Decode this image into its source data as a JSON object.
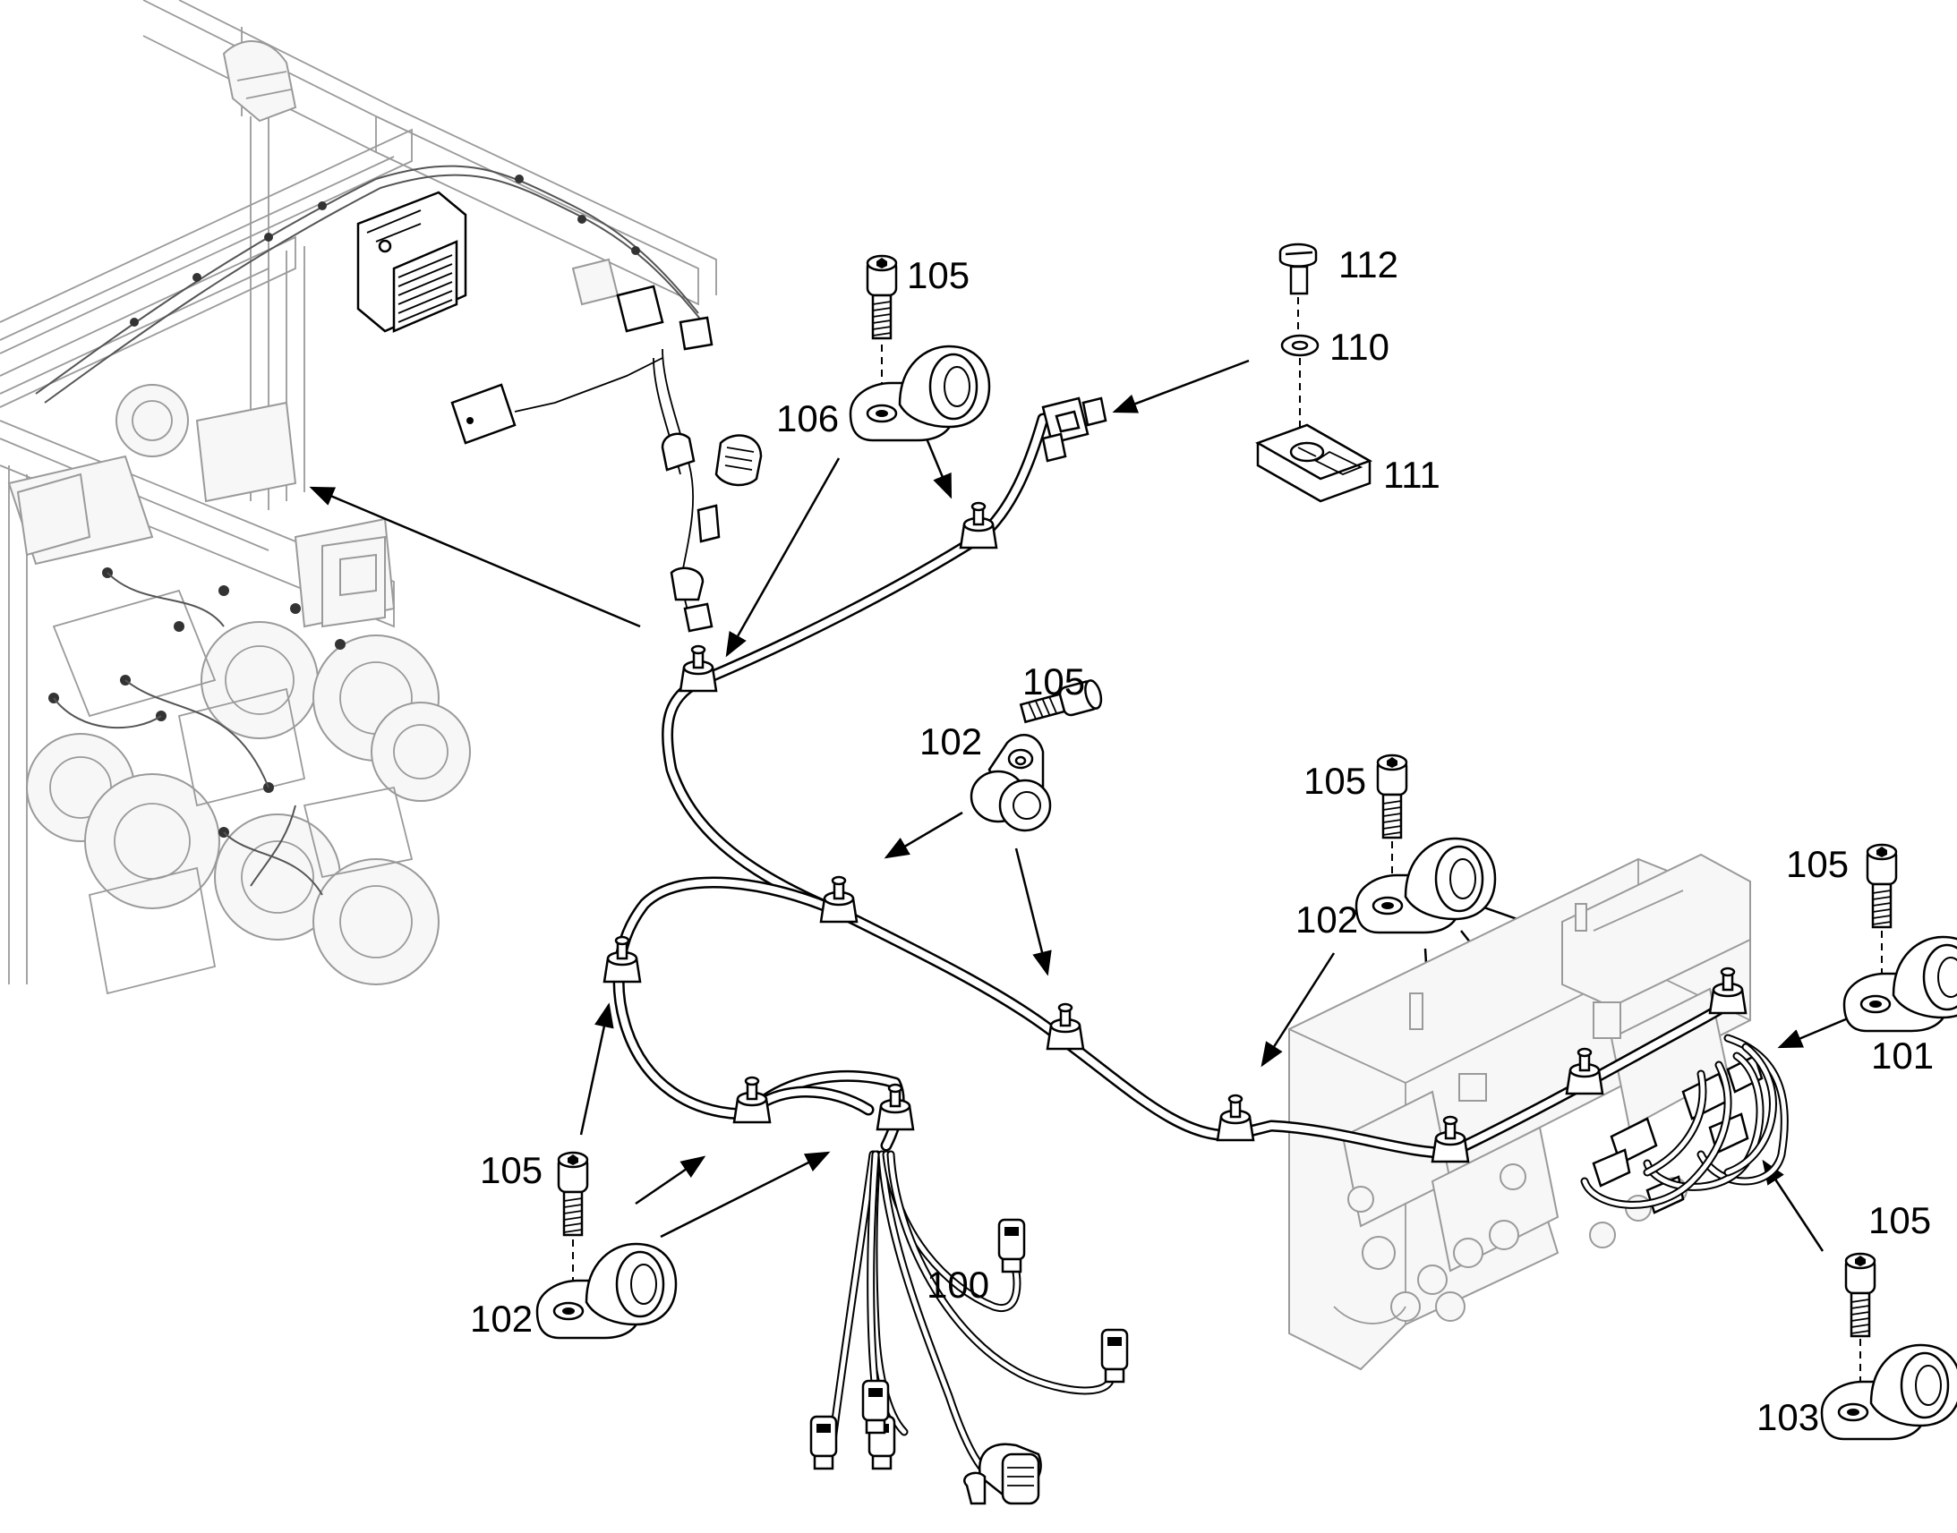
{
  "callouts": {
    "c100": "100",
    "c101": "101",
    "c102a": "102",
    "c102b": "102",
    "c102c": "102",
    "c103": "103",
    "c105a": "105",
    "c105b": "105",
    "c105c": "105",
    "c105d": "105",
    "c105e": "105",
    "c105f": "105",
    "c106": "106",
    "c110": "110",
    "c111": "111",
    "c112": "112"
  }
}
